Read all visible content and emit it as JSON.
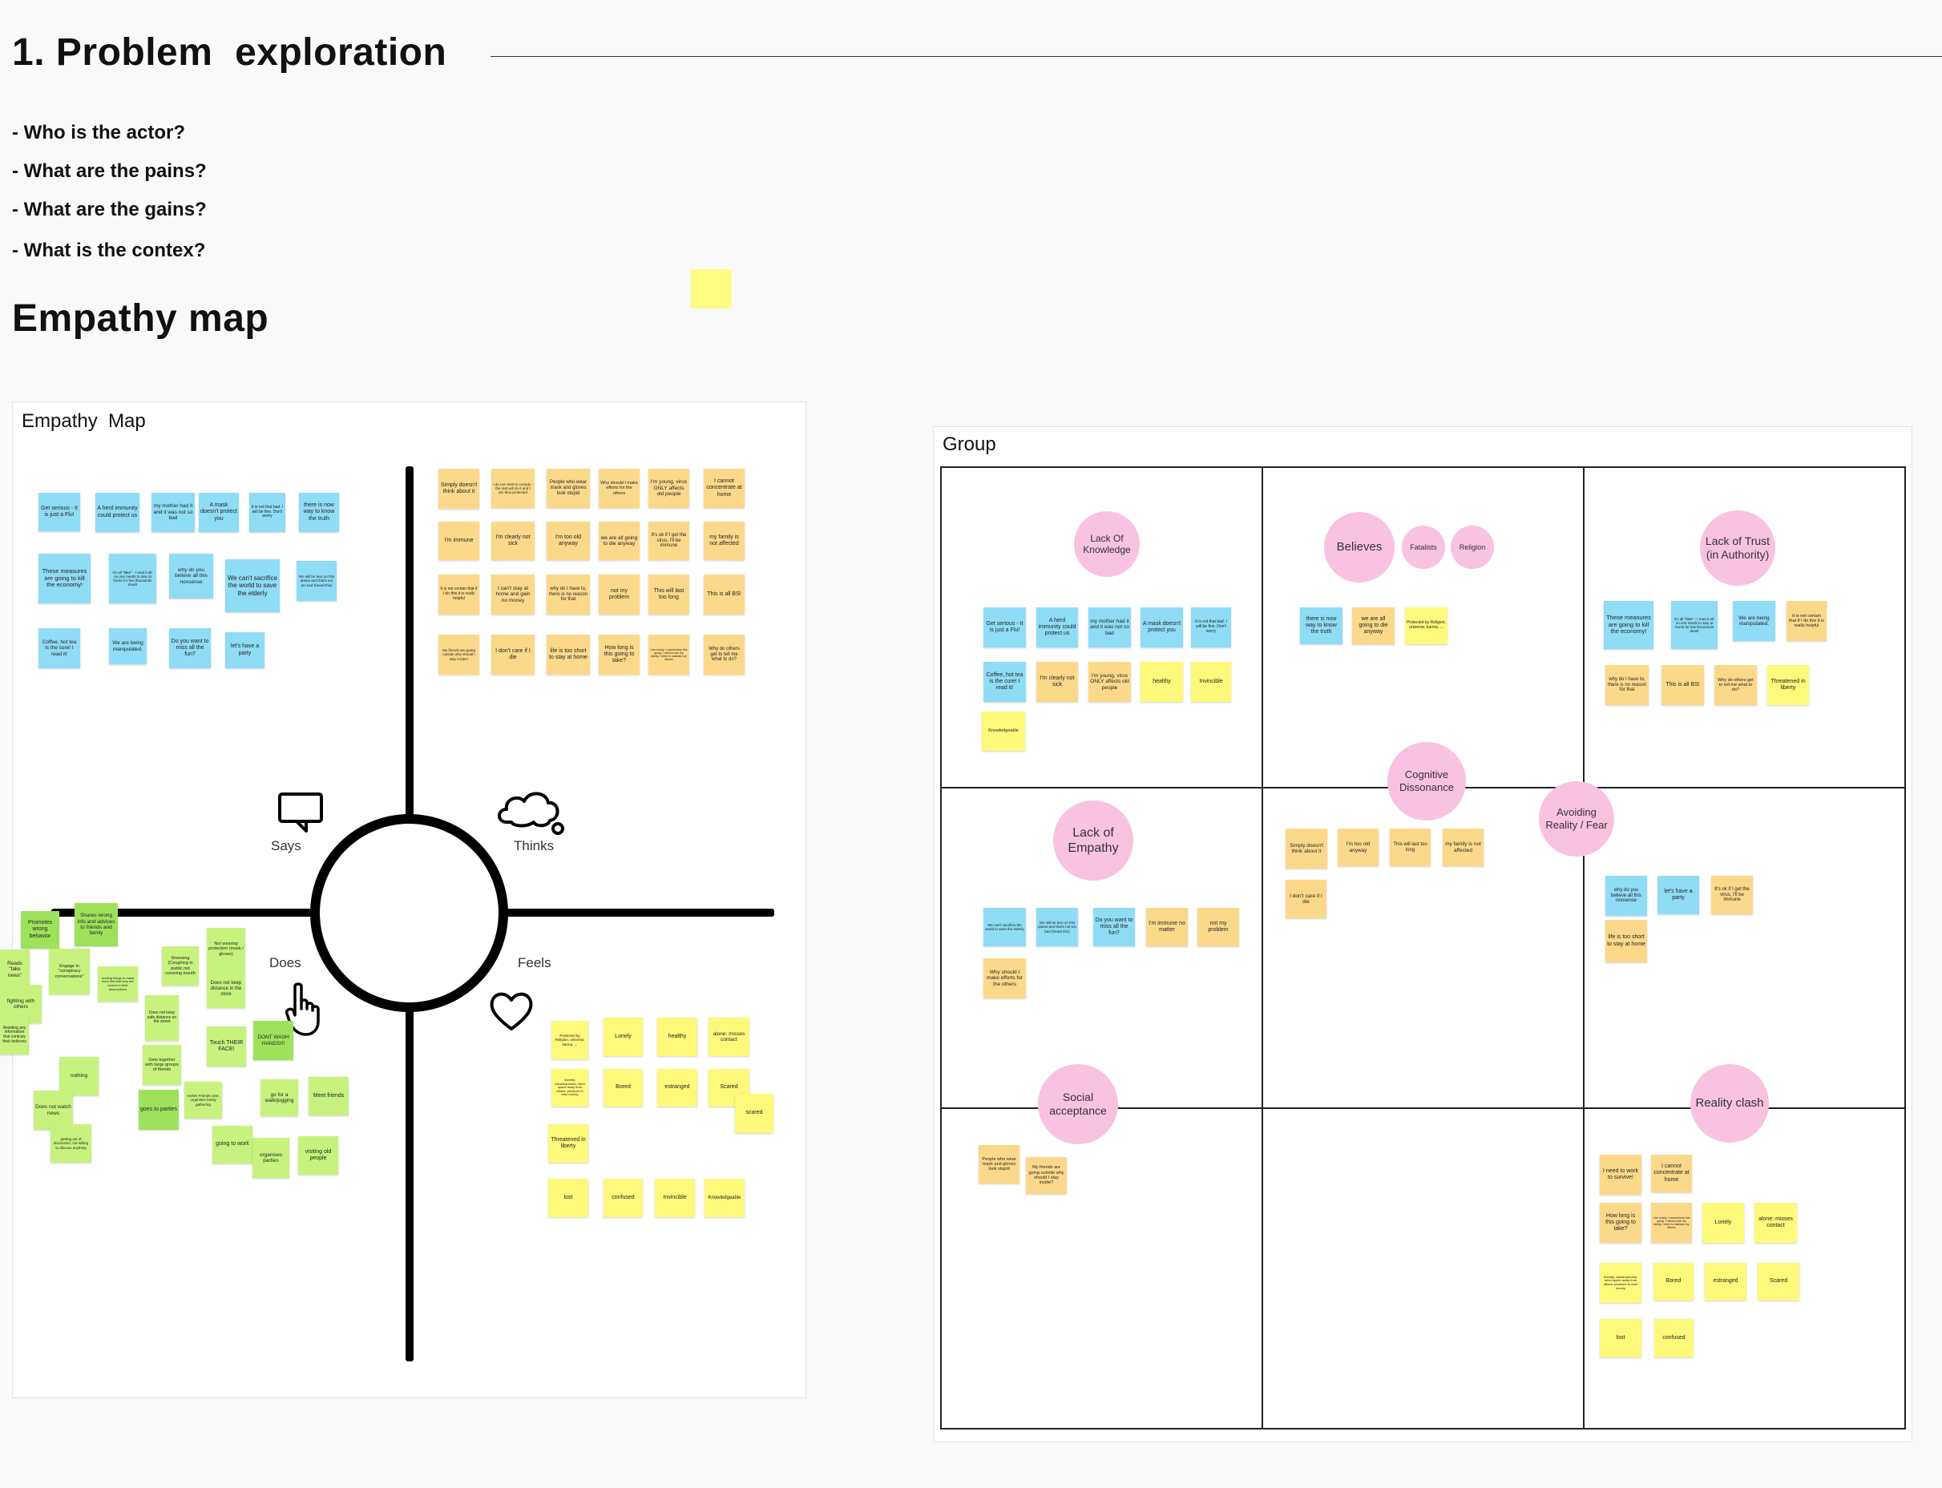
{
  "heading": {
    "title": "1. Problem  exploration"
  },
  "questions": [
    "- Who is the actor?",
    "- What are the pains?",
    "- What are the gains?",
    "- What is the contex?"
  ],
  "empathy_heading": "Empathy map",
  "left_frame": {
    "title": "Empathy  Map",
    "quadrants": {
      "says": "Says",
      "thinks": "Thinks",
      "does": "Does",
      "feels": "Feels"
    },
    "says_notes": [
      "Get serious - It is just a Flu!",
      "A herd immunity could protect us",
      "my mother had it and it was not so bad",
      "A mask doesn't protect you",
      "It is not that bad. I will be fine. Don't worry",
      "there is now way to know the truth",
      "These measures are going to kill the economy!",
      "It's all \"fake\" - I read it all: no one needs to stay at home for few thousands dead!",
      "why do you believe all this nonsense",
      "We can't sacrifice the world to save the elderly",
      "We will be less on this planet and that's not too bad (heard this)",
      "Coffee, hot tea is the cure! I read it!",
      "We are being manipulated.",
      "Do you want to miss all the fun?",
      "let's have a party"
    ],
    "thinks_notes": [
      "Simply doesn't think about it",
      "I do not need to comply - the rest will do it and I am thus protected",
      "People who wear mask and gloves look stupid",
      "Why should I make efforts for the others",
      "I'm young, virus ONLY affects old people",
      "I cannot concentrate at home",
      "I'm immune",
      "I'm clearly not sick",
      "I'm too old anyway",
      "we are all going to die anyway",
      "It's ok if I get the virus, I'll be immune",
      "my family is not affected",
      "It is not certain that if I do this it is really helpful",
      "I can't stay at home and gain no money",
      "why do I have to, there is no reason for that",
      "not my problem",
      "This will last too long",
      "This is all BS!",
      "My friends are going outside why should I stay inside?",
      "I don't care if I die",
      "life is too short to stay at home",
      "How long is this going to take?",
      "I am lonely, I cannot keep this going, I need to see my family, I need to maintain my fitness",
      "Why do others get to tell me what to do?"
    ],
    "does_notes": [
      "Promotes wrong behavior",
      "Shares wrong info and advices to friends and family",
      "Reads \"fake news\"",
      "Engage in \"conspiracy conversations\"",
      "reading things to make them feel that they are correct in their assumptions",
      "Sneezing (Coughing in public not covering mouth",
      "Not wearing protection (mask / gloves)",
      "fighting with others",
      "Avoiding any information that contrary their believes",
      "Does not keep safe distance on the street",
      "Does not keep distance in the store",
      "nothing",
      "Gets together with large groups of friends",
      "Touch THEIR FACE!",
      "DONT WASH HANDS!!!",
      "Does not watch news",
      "goes to parties",
      "Invites Friends over, organises family gathering",
      "go for a walk/jogging",
      "Meet friends",
      "getting out of discussion: not willing to discuss anything",
      "going to work",
      "organises parties",
      "visiting old people"
    ],
    "feels_notes": [
      "Protected by Religion, universe, karma, ...",
      "Lonely",
      "healthy",
      "alone: misses contact",
      "Anxiety, claustrophobia, need space away from others, pressure to earn money",
      "Bored",
      "estranged",
      "Scared",
      "scared",
      "Threatened in liberty",
      "lost",
      "confused",
      "Invincible",
      "Knowledgeable"
    ]
  },
  "right_frame": {
    "title": "Group",
    "clusters": {
      "lack_knowledge": {
        "label": "Lack Of Knowledge",
        "notes": [
          "Get serious - It is just a Flu!",
          "A herd immunity could protect us",
          "my mother had it and it was not so bad",
          "A mask doesn't protect you",
          "It is not that bad. I will be fine. Don't worry",
          "Coffee, hot tea is the cure! I read it!",
          "I'm clearly not sick",
          "I'm young, virus ONLY affects old people",
          "healthy",
          "Invincible",
          "Knowledgeable"
        ]
      },
      "believes": {
        "label": "Believes",
        "fatalists": "Fatalists",
        "religion": "Religion",
        "notes": [
          "there is now way to know the truth",
          "we are all going to die anyway",
          "Protected by Religion, universe, karma, ..."
        ]
      },
      "lack_trust": {
        "label": "Lack of Trust (in Authority)",
        "notes": [
          "These measures are going to kill the economy!",
          "It's all \"fake\" - I read it all: no one needs to stay at home for few thousands dead!",
          "We are being manipulated.",
          "It is not certain that if I do this it is really helpful",
          "why do I have to, there is no reason for that",
          "This is all BS!",
          "Why do others get to tell me what to do?",
          "Threatened in liberty"
        ]
      },
      "cognitive": {
        "label": "Cognitive Dissonance",
        "notes": [
          "Simply doesn't think about it",
          "I'm too old anyway",
          "This will last too long",
          "my family is not affected",
          "I don't care if I die"
        ]
      },
      "avoiding": {
        "label": "Avoiding Reality / Fear",
        "notes": [
          "why do you believe all this nonsense",
          "let's have a party",
          "It's ok if I get the virus, I'll be immune",
          "life is too short to stay at home"
        ]
      },
      "lack_empathy": {
        "label": "Lack of Empathy",
        "notes": [
          "We can't sacrifice the world to save the elderly",
          "We will be less on this planet and that's not too bad (heard this)",
          "Do you want to miss all the fun?",
          "I'm immune no matter",
          "not my problem",
          "Why should I make efforts for the others"
        ]
      },
      "social": {
        "label": "Social acceptance",
        "notes": [
          "People who wear mask and gloves look stupid",
          "My friends are going outside why should I stay inside?"
        ]
      },
      "reality": {
        "label": "Reality clash",
        "notes": [
          "I need to work to survive!",
          "I cannot concentrate at home",
          "How long is this going to take?",
          "I am lonely, I cannot keep this going, I need to see my family, I need to maintain my fitness",
          "Lonely",
          "alone: misses contact",
          "Anxiety, claustrophobia, need space away from others, pressure to earn money",
          "Bored",
          "estranged",
          "Scared",
          "lost",
          "confused"
        ]
      }
    }
  },
  "colors": {
    "blue": "#8fdcf6",
    "orange": "#fcd98a",
    "yellow": "#fdf97a",
    "green": "#c7f27d",
    "pink": "#f9c2e0"
  }
}
